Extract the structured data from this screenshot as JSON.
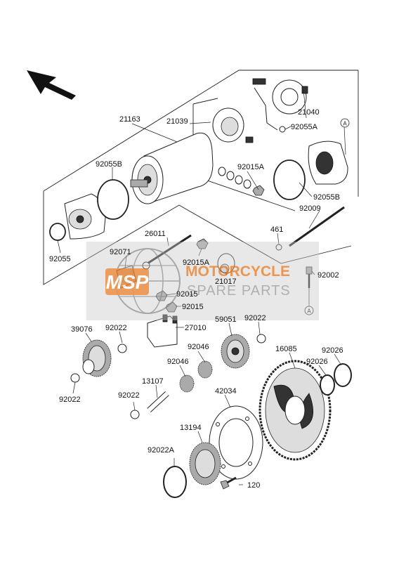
{
  "watermark": {
    "brand": "MSP",
    "line1": "MOTORCYCLE",
    "line2": "SPARE PARTS",
    "colors": {
      "orange": "#e8781e",
      "grey": "#8f8f8f"
    }
  },
  "icons": {
    "direction_arrow": "front-direction-arrow-icon",
    "ref_marker": "reference-a-marker-icon"
  },
  "markers": {
    "ref_a": "A"
  },
  "labels": {
    "p21163": "21163",
    "p21039": "21039",
    "p21040": "21040",
    "p92055A": "92055A",
    "p92055B_left": "92055B",
    "p92055B_right": "92055B",
    "p92015A_top": "92015A",
    "p92009": "92009",
    "p461": "461",
    "p92055": "92055",
    "p26011": "26011",
    "p92071": "92071",
    "p92015A_mid": "92015A",
    "p21017": "21017",
    "p92002": "92002",
    "p92015_a": "92015",
    "p92015_b": "92015",
    "p39076": "39076",
    "p92022_a": "92022",
    "p27010": "27010",
    "p59051": "59051",
    "p92022_b": "92022",
    "p16085": "16085",
    "p92026_a": "92026",
    "p92026_b": "92026",
    "p92046_a": "92046",
    "p92046_b": "92046",
    "p13107": "13107",
    "p42034": "42034",
    "p92022_c": "92022",
    "p92022_d": "92022",
    "p13194": "13194",
    "p92022A": "92022A",
    "p120": "120"
  }
}
